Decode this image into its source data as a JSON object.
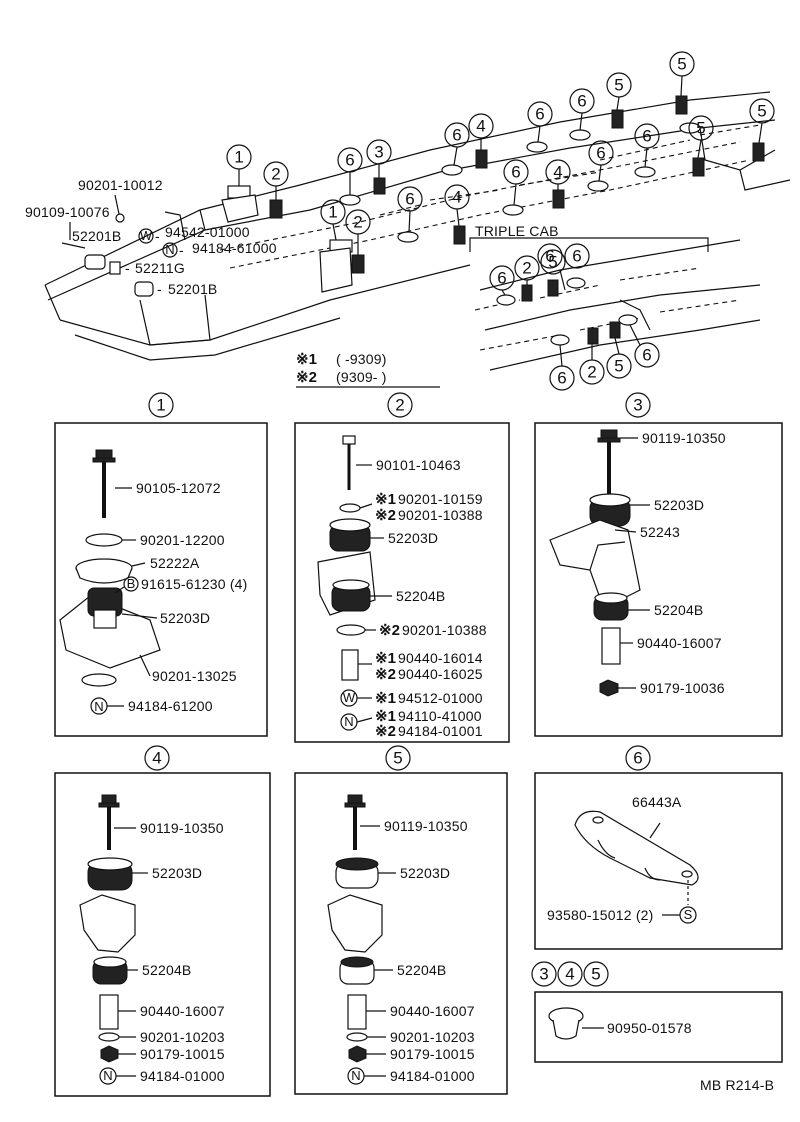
{
  "overview": {
    "callouts": [
      "1",
      "2",
      "6",
      "3",
      "6",
      "4",
      "6",
      "6",
      "6",
      "5",
      "5",
      "6",
      "6",
      "6",
      "5",
      "5",
      "1",
      "2",
      "6",
      "4",
      "6",
      "4",
      "6",
      "6",
      "2",
      "5",
      "6",
      "6",
      "2",
      "5",
      "6"
    ],
    "parts": {
      "p90201_10012": "90201-10012",
      "p90109_10076": "90109-10076",
      "p94542_01000": "94542-01000",
      "p52201b_a": "52201B",
      "p94184_61000": "94184-61000",
      "p52211g": "52211G",
      "p52201b_b": "52201B",
      "w_sym": "W",
      "n_sym": "N",
      "dash1": "-",
      "dash2": "-",
      "dash3": "-",
      "dash4": "-"
    },
    "triple_cab": "TRIPLE CAB",
    "note1_mark": "※1",
    "note1_text": "(        -9309)",
    "note2_mark": "※2",
    "note2_text": "(9309-        )"
  },
  "panel1": {
    "num": "1",
    "labels": [
      "90105-12072",
      "90201-12200",
      "52222A",
      "91615-61230 (4)",
      "52203D",
      "90201-13025",
      "94184-61200"
    ],
    "b_sym": "B",
    "n_sym": "N"
  },
  "panel2": {
    "num": "2",
    "labels": [
      "90101-10463",
      "90201-10159",
      "90201-10388",
      "52203D",
      "52204B",
      "90201-10388",
      "90440-16014",
      "90440-16025",
      "94512-01000",
      "94110-41000",
      "94184-01001"
    ],
    "marks": [
      "※1",
      "※2",
      "※2",
      "※1",
      "※2",
      "※1",
      "※1",
      "※2"
    ],
    "w_sym": "W",
    "n_sym": "N"
  },
  "panel3": {
    "num": "3",
    "labels": [
      "90119-10350",
      "52203D",
      "52243",
      "52204B",
      "90440-16007",
      "90179-10036"
    ]
  },
  "panel4": {
    "num": "4",
    "labels": [
      "90119-10350",
      "52203D",
      "52204B",
      "90440-16007",
      "90201-10203",
      "90179-10015",
      "94184-01000"
    ],
    "n_sym": "N"
  },
  "panel5": {
    "num": "5",
    "labels": [
      "90119-10350",
      "52203D",
      "52204B",
      "90440-16007",
      "90201-10203",
      "90179-10015",
      "94184-01000"
    ],
    "n_sym": "N"
  },
  "panel6": {
    "num": "6",
    "labels": [
      "66443A",
      "93580-15012 (2)"
    ],
    "s_sym": "S"
  },
  "panel345": {
    "nums": [
      "3",
      "4",
      "5"
    ],
    "label": "90950-01578"
  },
  "footer": "MB R214-B"
}
